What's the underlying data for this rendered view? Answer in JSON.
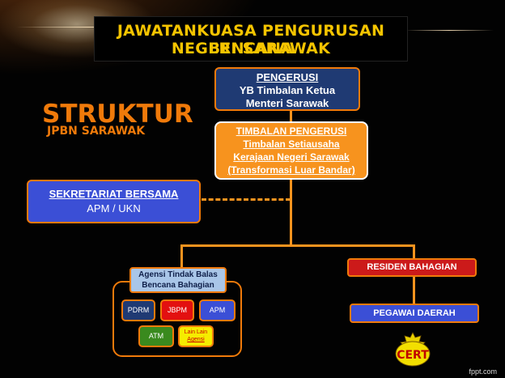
{
  "header": {
    "line1": "JAWATANKUASA PENGURUSAN BENCANA",
    "line2": "NEGERI SARAWAK"
  },
  "heading": {
    "main": "STRUKTUR",
    "sub": "JPBN SARAWAK"
  },
  "pengerusi": {
    "title": "PENGERUSI",
    "line1": "YB Timbalan Ketua",
    "line2": "Menteri Sarawak"
  },
  "timbalan": {
    "title": "TIMBALAN PENGERUSI",
    "line1": "Timbalan Setiausaha",
    "line2": "Kerajaan Negeri Sarawak",
    "line3": "(Transformasi Luar Bandar)"
  },
  "sekretariat": {
    "title": "SEKRETARIAT BERSAMA",
    "line1": "APM / UKN"
  },
  "agensi": {
    "line1": "Agensi Tindak Balas",
    "line2": "Bencana Bahagian",
    "members": [
      "PDRM",
      "JBPM",
      "APM",
      "ATM"
    ],
    "other_line1": "Lain Lain",
    "other_line2": "Agensi"
  },
  "residen": {
    "label": "RESIDEN BAHAGIAN"
  },
  "pegawai": {
    "label": "PEGAWAI DAERAH"
  },
  "logo": {
    "text": "CERT"
  },
  "footer": {
    "text": "fppt.com"
  },
  "colors": {
    "orange": "#f7931e",
    "title_yellow": "#f5c400",
    "navy": "#1f3a73",
    "blue": "#3b4fd6",
    "red": "#cc1a1a"
  }
}
